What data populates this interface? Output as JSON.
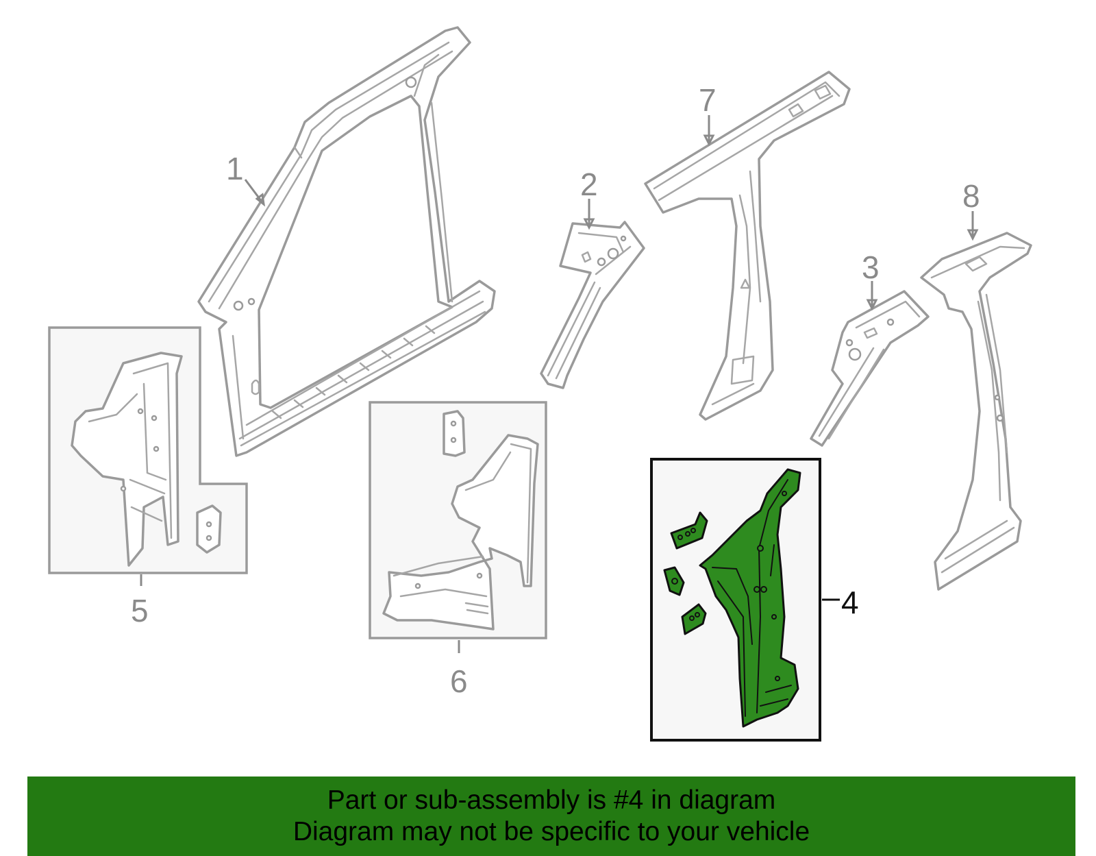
{
  "diagram": {
    "callouts": {
      "c1": "1",
      "c2": "2",
      "c3": "3",
      "c4": "4",
      "c5": "5",
      "c6": "6",
      "c7": "7",
      "c8": "8"
    },
    "highlighted_part": "4",
    "colors": {
      "highlight_fill": "#2e8b1f",
      "banner_background": "#237a12",
      "part_outline": "#9a9a9a"
    }
  },
  "banner": {
    "line1": "Part or sub-assembly is #4 in diagram",
    "line2": "Diagram may not be specific to your vehicle"
  }
}
